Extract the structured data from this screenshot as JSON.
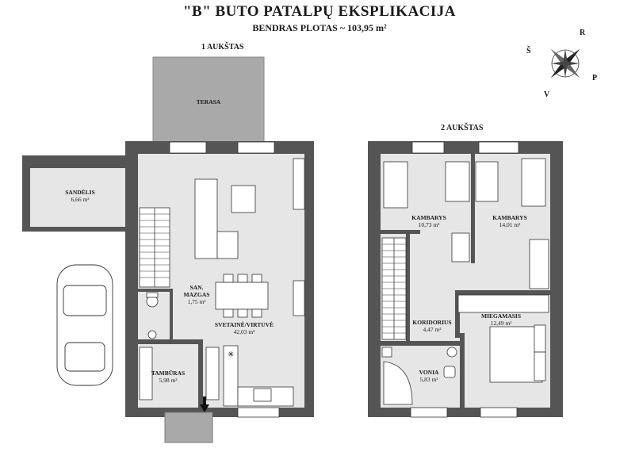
{
  "title": "\"B\" BUTO PATALPŲ EKSPLIKACIJA",
  "subtitle": "BENDRAS PLOTAS ~ 103,95 m²",
  "floor1": {
    "label": "1 AUKŠTAS",
    "rooms": {
      "terasa": {
        "name": "TERASA"
      },
      "sandelis": {
        "name": "SANDĖLIS",
        "area": "6,66 m²"
      },
      "san_mazgas": {
        "name": "SAN.",
        "name2": "MAZGAS",
        "area": "1,75 m²"
      },
      "svetaine": {
        "name": "SVETAINĖ/VIRTUVĖ",
        "area": "42,03 m²"
      },
      "tamburas": {
        "name": "TAMBŪRAS",
        "area": "5,98 m²"
      }
    }
  },
  "floor2": {
    "label": "2 AUKŠTAS",
    "rooms": {
      "kambarys1": {
        "name": "KAMBARYS",
        "area": "10,73 m²"
      },
      "kambarys2": {
        "name": "KAMBARYS",
        "area": "14,01 m²"
      },
      "koridorius": {
        "name": "KORIDORIUS",
        "area": "4,47 m²"
      },
      "miegamasis": {
        "name": "MIEGAMASIS",
        "area": "12,49 m²"
      },
      "vonia": {
        "name": "VONIA",
        "area": "5,83 m²"
      }
    }
  },
  "compass": {
    "s": "Š",
    "r": "R",
    "p": "P",
    "v": "V"
  },
  "colors": {
    "wall": "#555555",
    "floor": "#e6e6e6",
    "terrace": "#a9a9a9",
    "outside": "#9a9a9a"
  }
}
